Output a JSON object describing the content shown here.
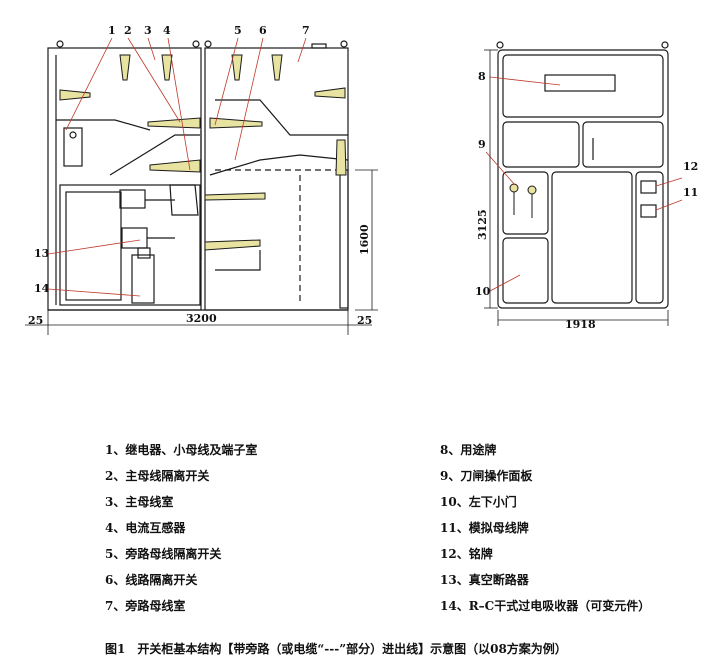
{
  "callouts": {
    "c1": "1",
    "c2": "2",
    "c3": "3",
    "c4": "4",
    "c5": "5",
    "c6": "6",
    "c7": "7",
    "c8": "8",
    "c9": "9",
    "c10": "10",
    "c11": "11",
    "c12": "12",
    "c13": "13",
    "c14": "14"
  },
  "dimensions": {
    "width_front": "3200",
    "left_margin": "25",
    "right_margin": "25",
    "height_front": "1600",
    "height_side": "3125",
    "width_side": "1918"
  },
  "legend": {
    "left": [
      "1、继电器、小母线及端子室",
      "2、主母线隔离开关",
      "3、主母线室",
      "4、电流互感器",
      "5、旁路母线隔离开关",
      "6、线路隔离开关",
      "7、旁路母线室"
    ],
    "right": [
      "8、用途牌",
      "9、刀闸操作面板",
      "10、左下小门",
      "11、模拟母线牌",
      "12、铭牌",
      "13、真空断路器",
      "14、R–C干式过电吸收器（可变元件）"
    ]
  },
  "caption": "图1　开关柜基本结构【带旁路（或电缆“---”部分）进出线】示意图（以08方案为例）",
  "colors": {
    "insulator": "#e8e3a0",
    "line": "#1a1a1a",
    "leader": "#c0392b"
  }
}
